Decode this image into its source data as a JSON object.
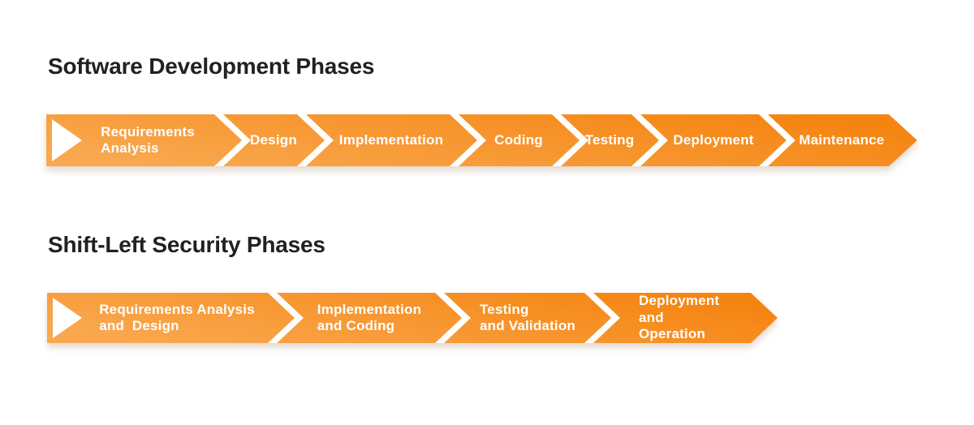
{
  "page": {
    "background": "#ffffff"
  },
  "colors": {
    "band_gradient_start": "#F9A84F",
    "band_gradient_end": "#F58410",
    "separator": "#FFFFFF",
    "label_text": "#FFFFFF",
    "title_text": "#212121"
  },
  "sections": [
    {
      "title": "Software Development Phases",
      "phases": [
        {
          "label": "Requirements\nAnalysis"
        },
        {
          "label": "Design"
        },
        {
          "label": "Implementation"
        },
        {
          "label": "Coding"
        },
        {
          "label": "Testing"
        },
        {
          "label": "Deployment"
        },
        {
          "label": "Maintenance"
        }
      ]
    },
    {
      "title": "Shift-Left Security Phases",
      "phases": [
        {
          "label": "Requirements Analysis\nand  Design"
        },
        {
          "label": "Implementation\nand Coding"
        },
        {
          "label": "Testing\nand Validation"
        },
        {
          "label": "Deployment\nand Operation"
        }
      ]
    }
  ]
}
